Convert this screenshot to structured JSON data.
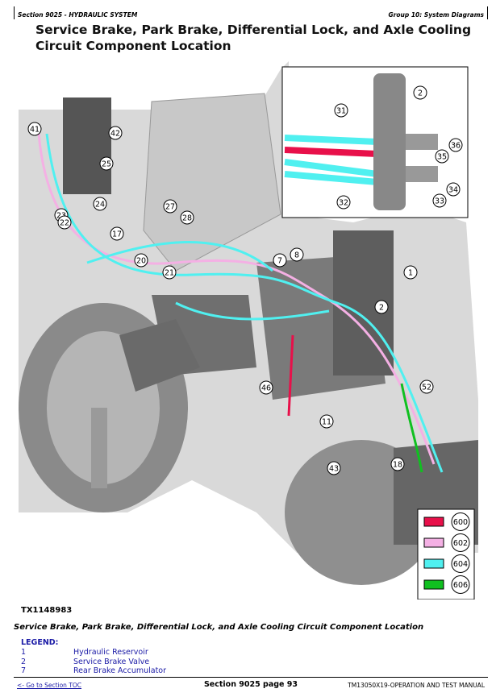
{
  "header": {
    "section": "Section 9025 - HYDRAULIC SYSTEM",
    "group": "Group 10: System Diagrams"
  },
  "title": "Service Brake, Park Brake, Differential Lock, and Axle Cooling Circuit Component Location",
  "figure": {
    "id": "TX1148983",
    "callouts": [
      "41",
      "42",
      "25",
      "24",
      "23",
      "22",
      "17",
      "27",
      "28",
      "20",
      "21",
      "7",
      "8",
      "1",
      "2",
      "46",
      "52",
      "11",
      "18",
      "43"
    ],
    "inset_callouts": [
      "2",
      "31",
      "36",
      "35",
      "34",
      "33",
      "32"
    ],
    "line_legend": [
      {
        "code": "600",
        "color": "#e8104a"
      },
      {
        "code": "602",
        "color": "#f4b0e4"
      },
      {
        "code": "604",
        "color": "#50f0f0"
      },
      {
        "code": "606",
        "color": "#10c020"
      }
    ]
  },
  "caption": "Service Brake, Park Brake, Differential Lock, and Axle Cooling Circuit Component Location",
  "legend": {
    "title": "LEGEND:",
    "items": [
      {
        "num": "1",
        "label": "Hydraulic Reservoir"
      },
      {
        "num": "2",
        "label": "Service Brake Valve"
      },
      {
        "num": "7",
        "label": "Rear Brake Accumulator"
      }
    ]
  },
  "footer": {
    "toc_link": "<- Go to Section TOC",
    "page": "Section 9025 page 93",
    "manual": "TM13050X19-OPERATION AND TEST MANUAL"
  }
}
